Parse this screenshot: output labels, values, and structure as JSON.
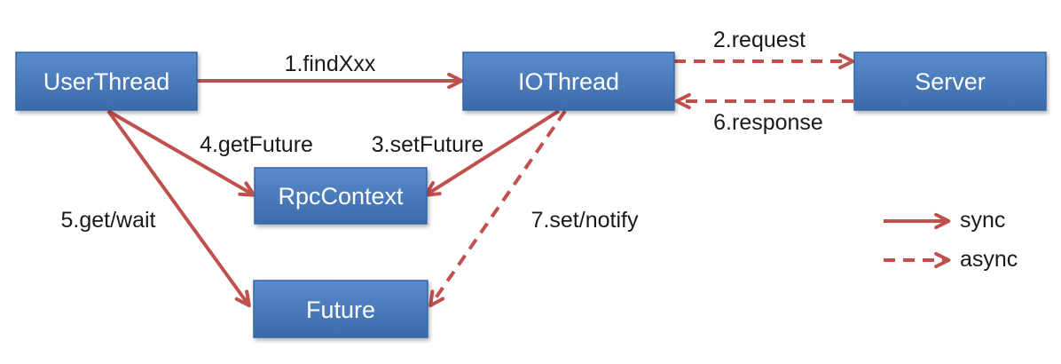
{
  "colors": {
    "node_fill_top": "#4f81bd",
    "node_fill_bottom": "#3a6aa8",
    "node_border": "#3366a6",
    "arrow": "#c0504d"
  },
  "nodes": {
    "user_thread": "UserThread",
    "io_thread": "IOThread",
    "server": "Server",
    "rpc_context": "RpcContext",
    "future": "Future"
  },
  "edges": {
    "find": "1.findXxx",
    "request": "2.request",
    "set_future": "3.setFuture",
    "get_future": "4.getFuture",
    "get_wait": "5.get/wait",
    "response": "6.response",
    "set_notify": "7.set/notify"
  },
  "legend": {
    "sync": "sync",
    "async": "async"
  }
}
